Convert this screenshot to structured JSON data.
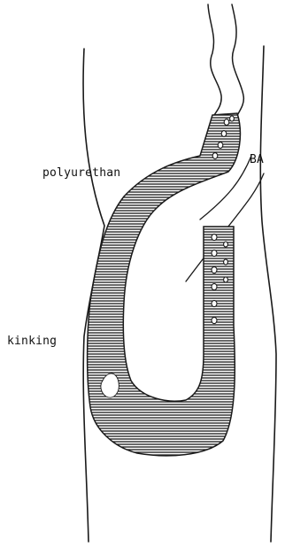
{
  "labels": {
    "polyurethan": "polyurethan",
    "ba": "BA",
    "kinking": "kinking"
  },
  "colors": {
    "ink": "#1a1a1a",
    "background": "#ffffff"
  }
}
